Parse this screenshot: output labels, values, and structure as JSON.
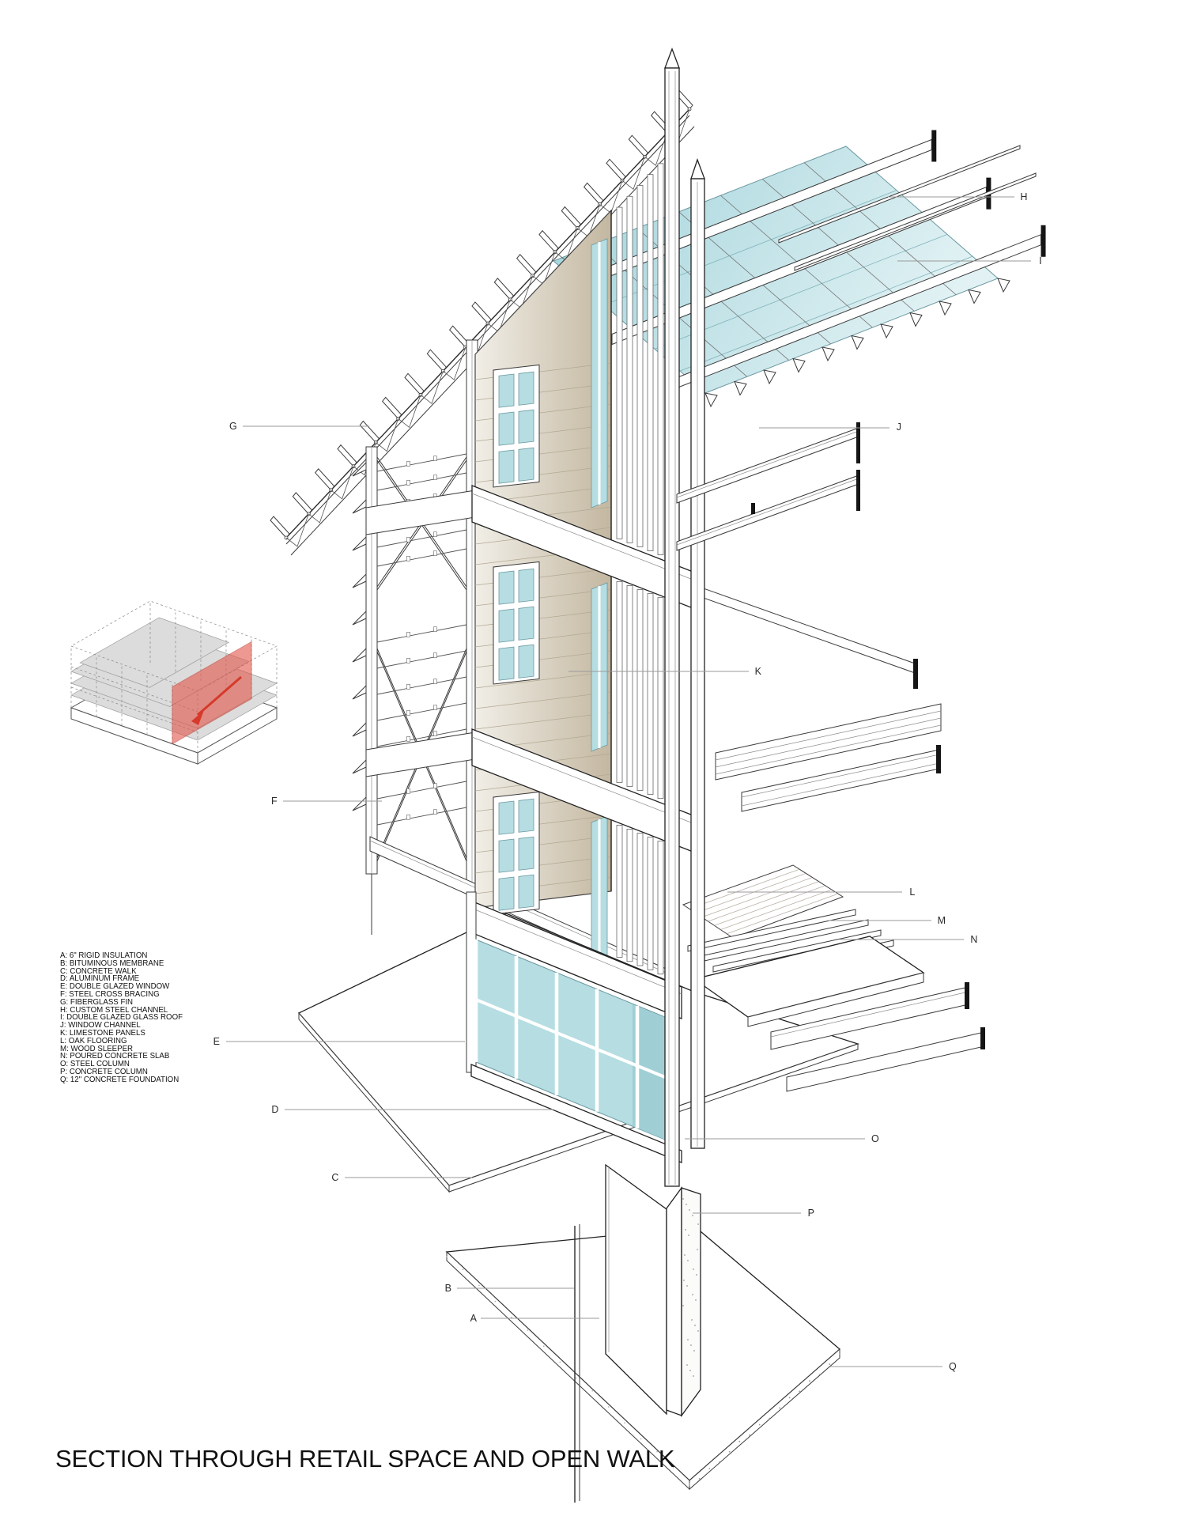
{
  "sheet": {
    "title": "SECTION THROUGH RETAIL SPACE AND OPEN WALK"
  },
  "legend": {
    "items": [
      {
        "text": "A: 6\" RIGID INSULATION"
      },
      {
        "text": "B: BITUMINOUS MEMBRANE"
      },
      {
        "text": "C: CONCRETE WALK"
      },
      {
        "text": "D: ALUMINUM FRAME"
      },
      {
        "text": "E: DOUBLE GLAZED WINDOW"
      },
      {
        "text": "F: STEEL CROSS BRACING"
      },
      {
        "text": "G: FIBERGLASS FIN"
      },
      {
        "text": "H: CUSTOM STEEL CHANNEL"
      },
      {
        "text": "I: DOUBLE GLAZED GLASS ROOF"
      },
      {
        "text": "J: WINDOW CHANNEL"
      },
      {
        "text": "K: LIMESTONE PANELS"
      },
      {
        "text": "L: OAK FLOORING"
      },
      {
        "text": "M: WOOD SLEEPER"
      },
      {
        "text": "N: POURED CONCRETE SLAB"
      },
      {
        "text": "O: STEEL COLUMN"
      },
      {
        "text": "P: CONCRETE COLUMN"
      },
      {
        "text": "Q: 12\" CONCRETE FOUNDATION"
      }
    ]
  },
  "callouts": [
    {
      "letter": "A"
    },
    {
      "letter": "B"
    },
    {
      "letter": "C"
    },
    {
      "letter": "D"
    },
    {
      "letter": "E"
    },
    {
      "letter": "F"
    },
    {
      "letter": "G"
    },
    {
      "letter": "H"
    },
    {
      "letter": "I"
    },
    {
      "letter": "J"
    },
    {
      "letter": "K"
    },
    {
      "letter": "L"
    },
    {
      "letter": "M"
    },
    {
      "letter": "N"
    },
    {
      "letter": "O"
    },
    {
      "letter": "P"
    },
    {
      "letter": "Q"
    }
  ],
  "colors": {
    "glass": "#b5dde2",
    "glass_roof_dark": "#9fd2da",
    "glass_roof_light": "#e2f2f4",
    "limestone_light": "#f1eee7",
    "limestone_dark": "#c3b7a0",
    "section_highlight": "#e2574a",
    "leader": "#9a9a9a",
    "ink": "#3a3a3a"
  }
}
